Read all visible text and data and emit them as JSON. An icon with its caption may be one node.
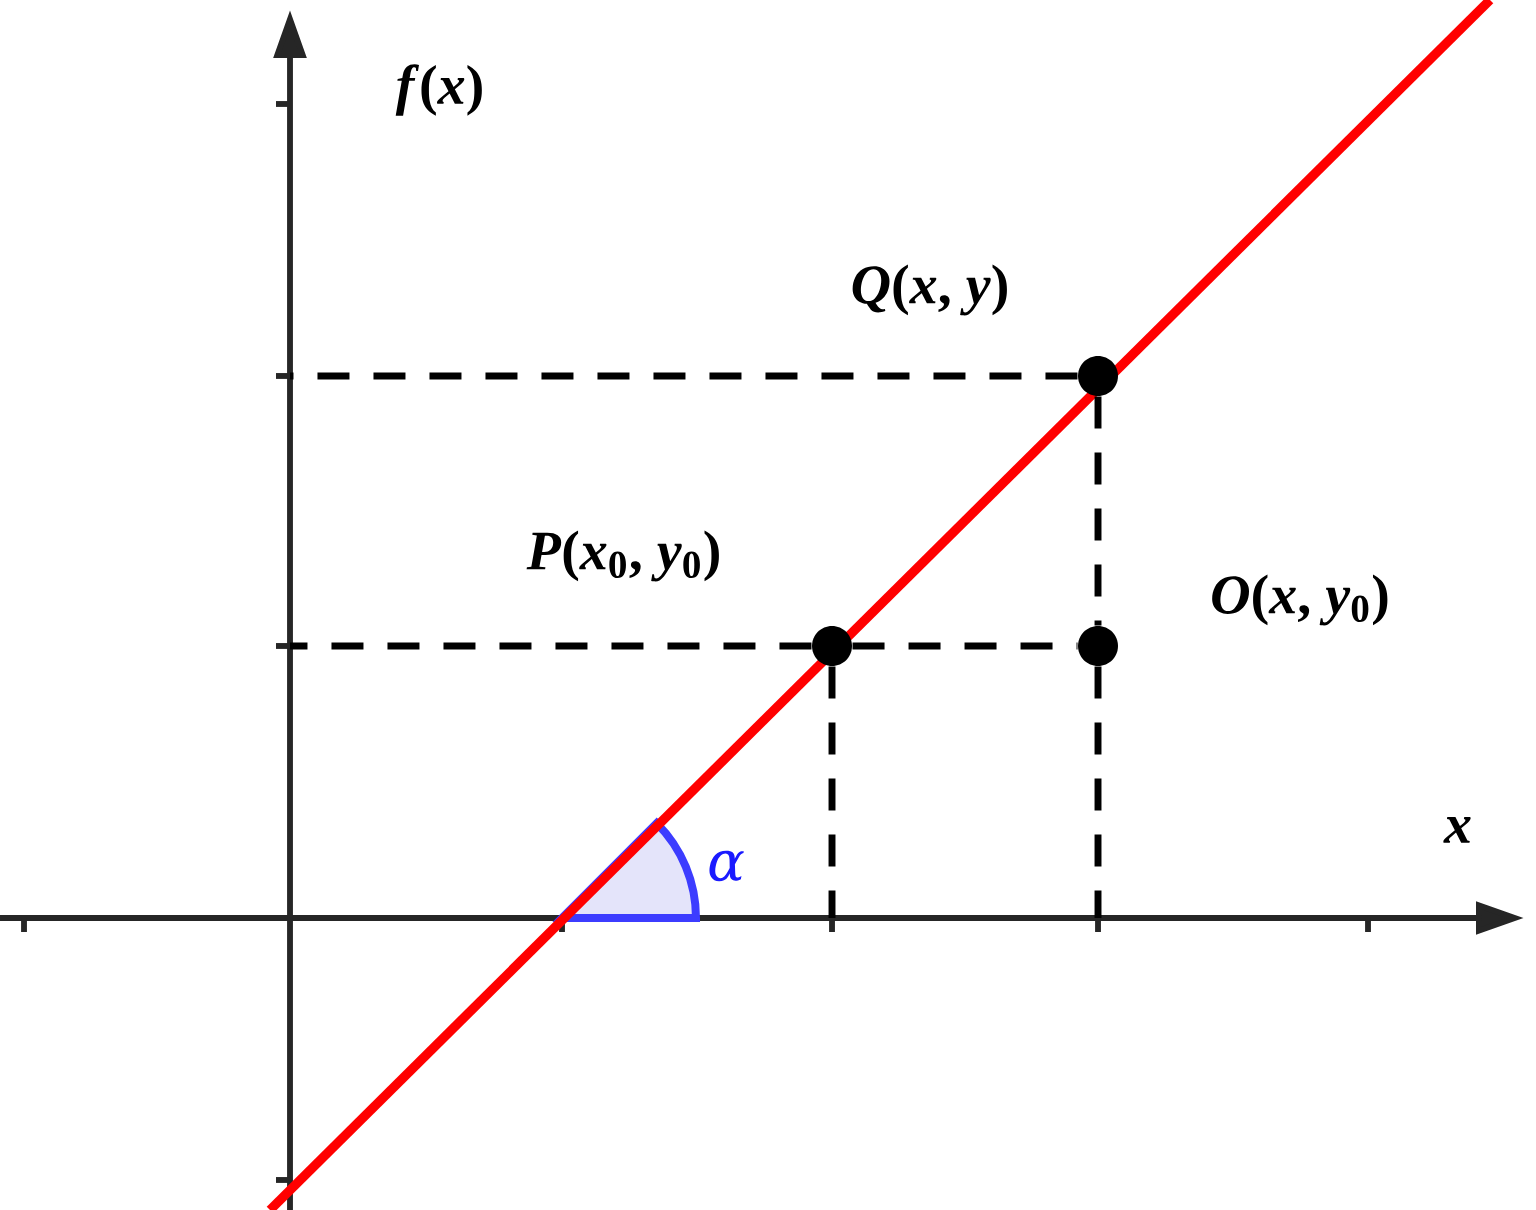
{
  "diagram": {
    "nodes": [
      {
        "text": [],
        "shape": "circle",
        "beside": [
          "*Q*(*x*, *y*)"
        ]
      },
      {
        "text": [],
        "shape": "circle",
        "beside": [
          "*P*(*x*$_{0}$, *y*$_{0}$)"
        ]
      },
      {
        "text": [],
        "shape": "circle",
        "beside": [
          "*O*(*x*, *y*$_{0}$)"
        ]
      }
    ],
    "edges": [
      {
        "from": 0,
        "to": null,
        "arrow": "none",
        "style": "dashed"
      },
      {
        "from": 0,
        "to": 2,
        "arrow": "none",
        "style": "dashed"
      },
      {
        "from": 2,
        "to": null,
        "arrow": "none",
        "style": "dashed"
      },
      {
        "from": 1,
        "to": null,
        "arrow": "none",
        "style": "dashed"
      },
      {
        "from": 1,
        "to": 2,
        "arrow": "none",
        "style": "dashed"
      },
      {
        "from": 1,
        "to": null,
        "arrow": "none",
        "style": "dashed"
      }
    ],
    "labels": [
      "*f*(*x*)",
      "*x*",
      "α"
    ]
  }
}
